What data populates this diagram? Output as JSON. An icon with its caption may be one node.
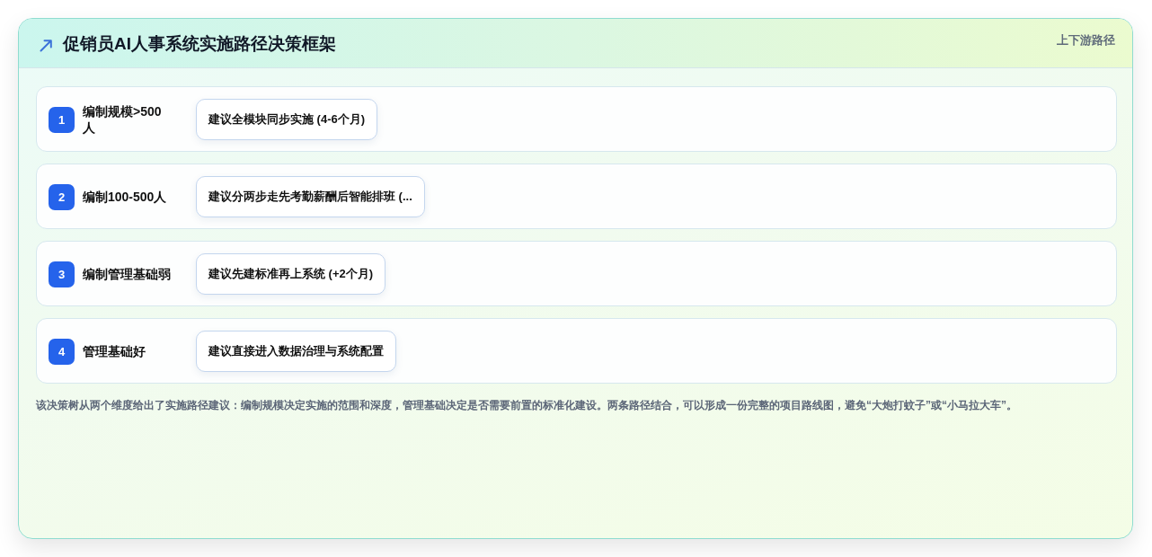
{
  "diagram": {
    "title": "促销员AI人事系统实施路径决策框架",
    "caption": "该决策树从两个维度给出了实施路径建议：编制规模决定实施的范围和深度，管理基础决定是否需要前置的标准化建设。两条路径结合，可以形成一份完整的项目路线图，避免“大炮打蚊子”或“小马拉大车”。",
    "nodes": [
      {
        "text": [
          "编制规模>500人"
        ]
      },
      {
        "text": [
          "1"
        ],
        "in": 0
      },
      {
        "text": [
          "建议全模块同步实施 (4-6个月)"
        ],
        "in": 0
      },
      {
        "text": [
          "编制100-500人"
        ]
      },
      {
        "text": [
          "2"
        ],
        "in": 3
      },
      {
        "text": [
          "建议分两步走先考勤薪酬后智能排班 (..."
        ],
        "in": 3
      },
      {
        "text": [
          "编制管理基础弱"
        ]
      },
      {
        "text": [
          "3"
        ],
        "in": 6
      },
      {
        "text": [
          "建议先建标准再上系统 (+2个月)"
        ],
        "in": 6
      },
      {
        "text": [
          "管理基础好"
        ]
      },
      {
        "text": [
          "4"
        ],
        "in": 9
      },
      {
        "text": [
          "建议直接进入数据治理与系统配置"
        ],
        "in": 9
      }
    ],
    "labels": [
      "上下游路径"
    ]
  }
}
